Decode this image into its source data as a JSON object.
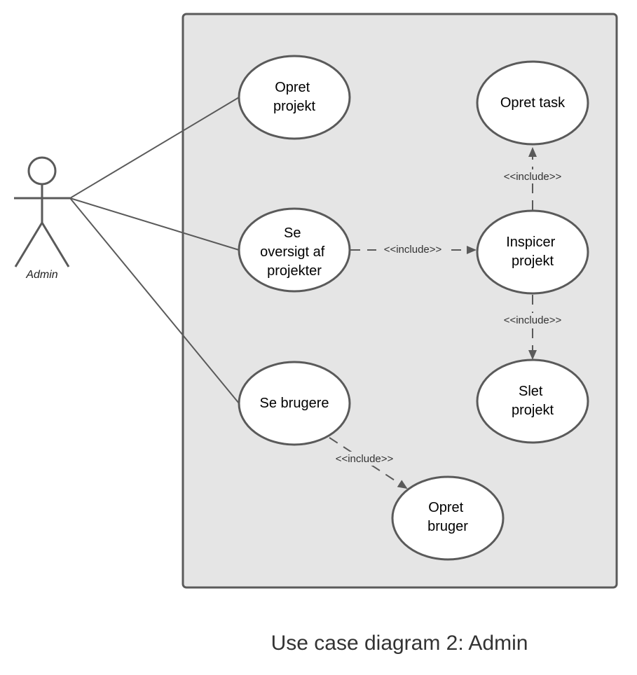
{
  "caption": "Use case diagram 2: Admin",
  "actor": {
    "name": "Admin"
  },
  "use_cases": {
    "opret_projekt": [
      "Opret",
      "projekt"
    ],
    "se_oversigt": [
      "Se",
      "oversigt af",
      "projekter"
    ],
    "se_brugere": [
      "Se brugere"
    ],
    "opret_task": [
      "Opret task"
    ],
    "inspicer_projekt": [
      "Inspicer",
      "projekt"
    ],
    "slet_projekt": [
      "Slet",
      "projekt"
    ],
    "opret_bruger": [
      "Opret",
      "bruger"
    ]
  },
  "relations": {
    "include_label": "<<include>>"
  },
  "colors": {
    "system_fill": "#e5e5e5",
    "stroke": "#5a5a5a",
    "ellipse_fill": "#ffffff"
  }
}
